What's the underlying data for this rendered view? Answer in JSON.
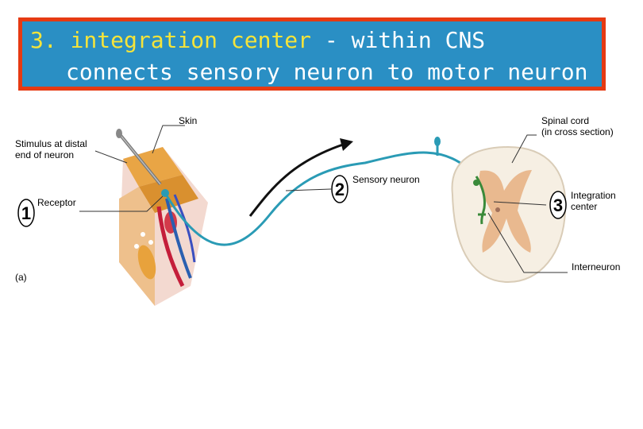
{
  "title": {
    "number": "3.",
    "highlight": "integration center",
    "rest_line1": " - within CNS",
    "line2": "connects sensory neuron to motor neuron"
  },
  "labels": {
    "skin": "Skin",
    "spinal_cord_1": "Spinal cord",
    "spinal_cord_2": "(in cross section)",
    "stimulus_1": "Stimulus at distal",
    "stimulus_2": "end of neuron",
    "sensory_neuron": "Sensory neuron",
    "receptor": "Receptor",
    "integration_1": "Integration",
    "integration_2": "center",
    "interneuron": "Interneuron",
    "panel": "(a)"
  },
  "steps": [
    "1",
    "2",
    "3"
  ],
  "colors": {
    "title_bg": "#2a8fc4",
    "title_border": "#e63a12",
    "highlight": "#f5e43a",
    "neuron": "#2a9bb5",
    "interneuron": "#3a8a3a",
    "gray_matter": "#e9b98f"
  }
}
